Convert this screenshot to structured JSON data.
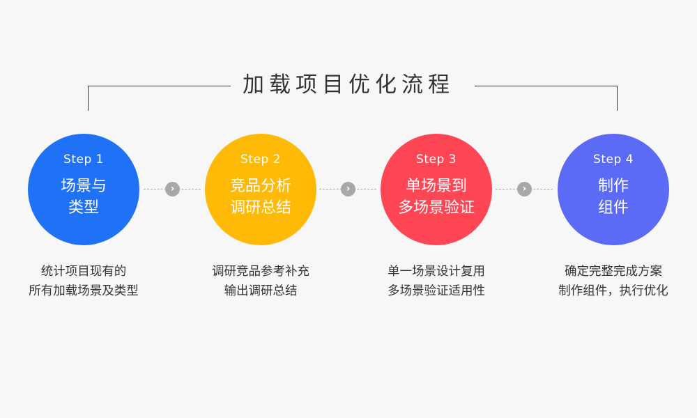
{
  "title": "加载项目优化流程",
  "colors": {
    "step1": "#1f72f5",
    "step2": "#ffba08",
    "step3": "#ff4655",
    "step4": "#5c6bf6",
    "connector": "#a8a8a8"
  },
  "connector_icon": "chevron-right-icon",
  "steps": [
    {
      "label": "Step 1",
      "name": [
        "场景与",
        "类型"
      ],
      "desc": [
        "统计项目现有的",
        "所有加载场景及类型"
      ]
    },
    {
      "label": "Step 2",
      "name": [
        "竞品分析",
        "调研总结"
      ],
      "desc": [
        "调研竞品参考补充",
        "输出调研总结"
      ]
    },
    {
      "label": "Step 3",
      "name": [
        "单场景到",
        "多场景验证"
      ],
      "desc": [
        "单一场景设计复用",
        "多场景验证适用性"
      ]
    },
    {
      "label": "Step 4",
      "name": [
        "制作",
        "组件"
      ],
      "desc": [
        "确定完整完成方案",
        "制作组件，执行优化"
      ]
    }
  ]
}
